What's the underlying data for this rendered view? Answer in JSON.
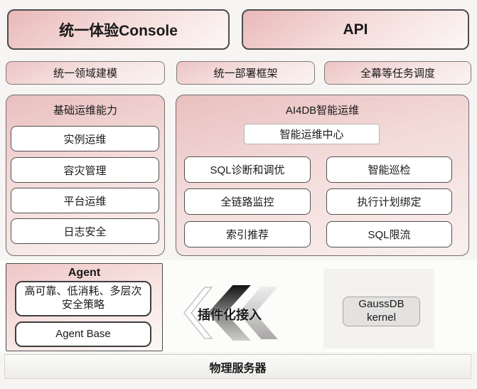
{
  "top_row": {
    "console_label": "统一体验Console",
    "api_label": "API"
  },
  "frameworks": {
    "items": [
      "统一领域建模",
      "统一部署框架",
      "全幕等任务调度"
    ]
  },
  "basic_ops": {
    "title": "基础运维能力",
    "items": [
      "实例运维",
      "容灾管理",
      "平台运维",
      "日志安全"
    ]
  },
  "ai4db": {
    "title": "AI4DB智能运维",
    "center_item": "智能运维中心",
    "left_items": [
      "SQL诊断和调优",
      "全链路监控",
      "索引推荐"
    ],
    "right_items": [
      "智能巡检",
      "执行计划绑定",
      "SQL限流"
    ]
  },
  "agent": {
    "title": "Agent",
    "items": [
      "高可靠、低消耗、多层次安全策略",
      "Agent Base"
    ]
  },
  "plugin": {
    "label": "插件化接入"
  },
  "kernel": {
    "label": "GaussDB kernel"
  },
  "server_bar": {
    "label": "物理服务器"
  },
  "colors": {
    "accent_pink": "#eab9b9",
    "box_border_dark": "#4d4d4d",
    "container_border": "#6f6d6c",
    "kernel_gray": "#e3e2e1",
    "chevron_dark": "#141414",
    "chevron_gray": "#b3b1b0"
  }
}
